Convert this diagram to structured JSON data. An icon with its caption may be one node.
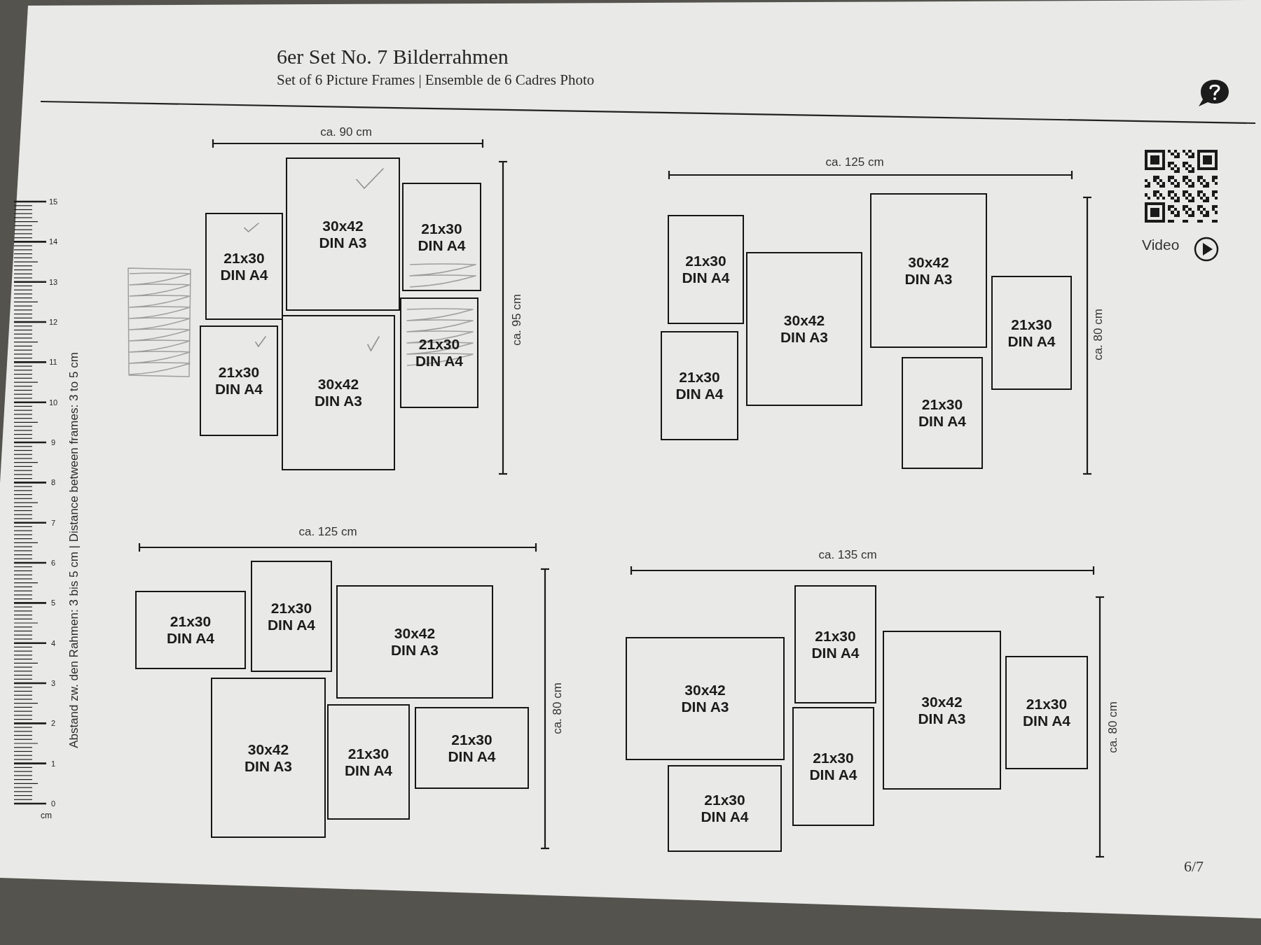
{
  "diagram": {
    "title": "6er Set No. 7 Bilderrahmen",
    "nodes": [
      {
        "text": [
          "21x30",
          "DIN A4"
        ]
      },
      {
        "text": [
          "21x30",
          "DIN A4"
        ]
      },
      {
        "text": [
          "30x42",
          "DIN A3"
        ]
      },
      {
        "text": [
          "30x42",
          "DIN A3"
        ]
      },
      {
        "text": [
          "21x30",
          "DIN A4"
        ]
      },
      {
        "text": [
          "21x30",
          "DIN A4"
        ]
      },
      {
        "text": [
          "21x30",
          "DIN A4"
        ]
      },
      {
        "text": [
          "21x30",
          "DIN A4"
        ]
      },
      {
        "text": [
          "30x42",
          "DIN A3"
        ]
      },
      {
        "text": [
          "30x42",
          "DIN A3"
        ]
      },
      {
        "text": [
          "21x30",
          "DIN A4"
        ]
      },
      {
        "text": [
          "21x30",
          "DIN A4"
        ]
      },
      {
        "text": [
          "21x30",
          "DIN A4"
        ]
      },
      {
        "text": [
          "30x42",
          "DIN A3"
        ]
      },
      {
        "text": [
          "21x30",
          "DIN A4"
        ]
      },
      {
        "text": [
          "21x30",
          "DIN A4"
        ]
      },
      {
        "text": [
          "30x42",
          "DIN A3"
        ]
      },
      {
        "text": [
          "21x30",
          "DIN A4"
        ]
      },
      {
        "text": [
          "30x42",
          "DIN A3"
        ]
      },
      {
        "text": [
          "21x30",
          "DIN A4"
        ]
      },
      {
        "text": [
          "21x30",
          "DIN A4"
        ]
      },
      {
        "text": [
          "21x30",
          "DIN A4"
        ]
      },
      {
        "text": [
          "30x42",
          "DIN A3"
        ]
      },
      {
        "text": [
          "21x30",
          "DIN A4"
        ]
      }
    ],
    "labels": [
      "Set of 6 Picture Frames | Ensemble de 6 Cadres Photo",
      "ca. 90 cm",
      "ca. 95 cm",
      "ca. 125 cm",
      "ca. 80 cm",
      "Video",
      "15",
      "14",
      "13",
      "12",
      "11",
      "10",
      "9",
      "8",
      "7",
      "6",
      "5",
      "4",
      "3",
      "2",
      "1",
      "0",
      "cm",
      "Abstand zw. den Rahmen: 3 bis 5 cm | Distance between frames: 3 to 5 cm",
      "ca. 125 cm",
      "ca. 80 cm",
      "ca. 135 cm",
      "ca. 80 cm",
      "6/7"
    ]
  }
}
